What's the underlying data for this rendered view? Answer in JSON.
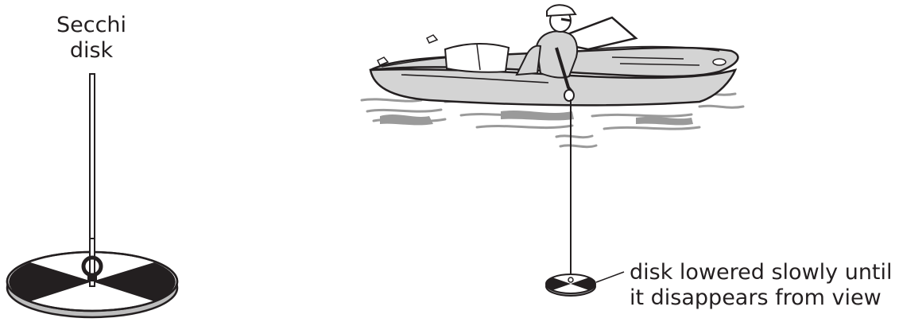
{
  "labels": {
    "secchi_disk": [
      "Secchi",
      "disk"
    ],
    "callout": [
      "disk lowered slowly until",
      "it disappears from view"
    ]
  },
  "colors": {
    "ink": "#231f20",
    "boat_hull": "#d4d4d4",
    "water_shadow": "#9a9a9a",
    "disk_black": "#231f20",
    "disk_rim": "#bdbdbd"
  }
}
